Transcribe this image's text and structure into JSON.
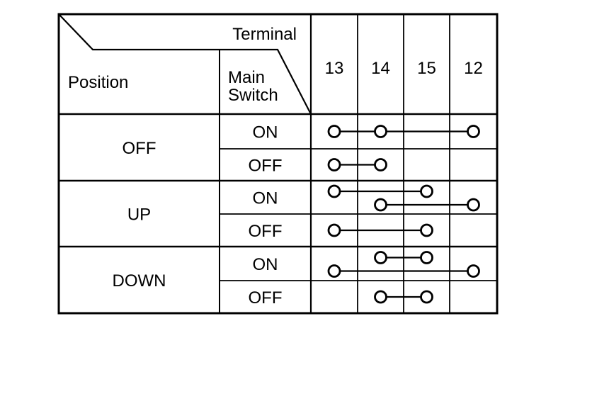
{
  "colors": {
    "line": "#000000",
    "text": "#000000",
    "background": "#ffffff",
    "circle_fill": "#ffffff"
  },
  "table": {
    "header": {
      "terminal_label": "Terminal",
      "position_label": "Position",
      "main_switch_lines": [
        "Main",
        "Switch"
      ]
    },
    "terminals": [
      "13",
      "14",
      "15",
      "12"
    ],
    "position_groups": [
      {
        "label": "OFF"
      },
      {
        "label": "UP"
      },
      {
        "label": "DOWN"
      }
    ],
    "rows": [
      {
        "position": "OFF",
        "main_switch": "ON",
        "connections": [
          [
            "13",
            "14",
            "12"
          ]
        ]
      },
      {
        "position": "OFF",
        "main_switch": "OFF",
        "connections": [
          [
            "13",
            "14"
          ]
        ]
      },
      {
        "position": "UP",
        "main_switch": "ON",
        "connections": [
          [
            "13",
            "15"
          ],
          [
            "14",
            "12"
          ]
        ]
      },
      {
        "position": "UP",
        "main_switch": "OFF",
        "connections": [
          [
            "13",
            "15"
          ]
        ]
      },
      {
        "position": "DOWN",
        "main_switch": "ON",
        "connections": [
          [
            "14",
            "15"
          ],
          [
            "13",
            "12"
          ]
        ]
      },
      {
        "position": "DOWN",
        "main_switch": "OFF",
        "connections": [
          [
            "14",
            "15"
          ]
        ]
      }
    ]
  }
}
